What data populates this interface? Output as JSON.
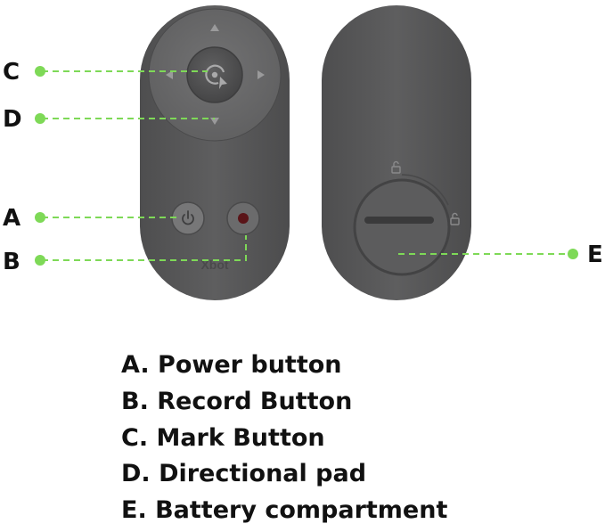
{
  "callouts": {
    "a": "A",
    "b": "B",
    "c": "C",
    "d": "D",
    "e": "E"
  },
  "device": {
    "brand": "Xbot"
  },
  "legend": [
    "A. Power button",
    "B. Record Button",
    "C. Mark Button",
    "D. Directional pad",
    "E. Battery compartment"
  ],
  "colors": {
    "remote_body": "#5a5a5b",
    "dpad_ring": "#69696a",
    "center_button": "#555556",
    "record_dot": "#5a1418",
    "leader_line": "#7ed957",
    "text": "#111111"
  },
  "icons": {
    "mark_button": "target-arrow-icon",
    "power_button": "power-icon",
    "battery_locked": "lock-closed-icon",
    "battery_unlocked": "lock-open-icon"
  }
}
